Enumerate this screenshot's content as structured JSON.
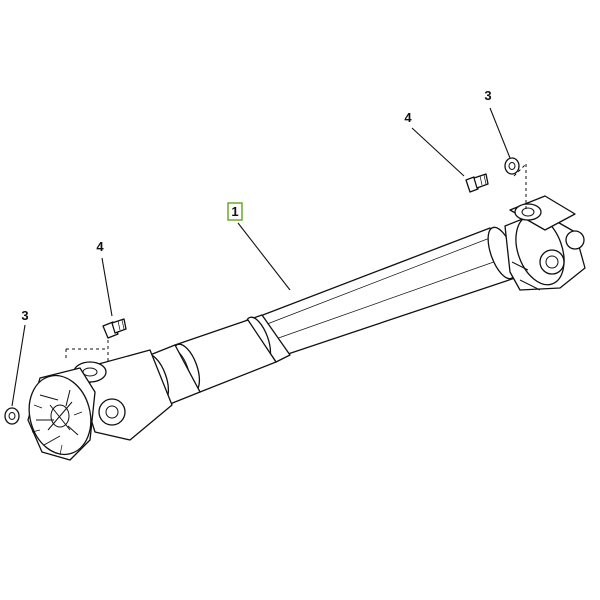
{
  "callouts": {
    "main_part": "1",
    "washer_right": "3",
    "bolt_right": "4",
    "bolt_left": "4",
    "washer_left": "3"
  },
  "colors": {
    "line": "#111111",
    "background": "#ffffff",
    "highlight_box": "#6aaa2a"
  }
}
